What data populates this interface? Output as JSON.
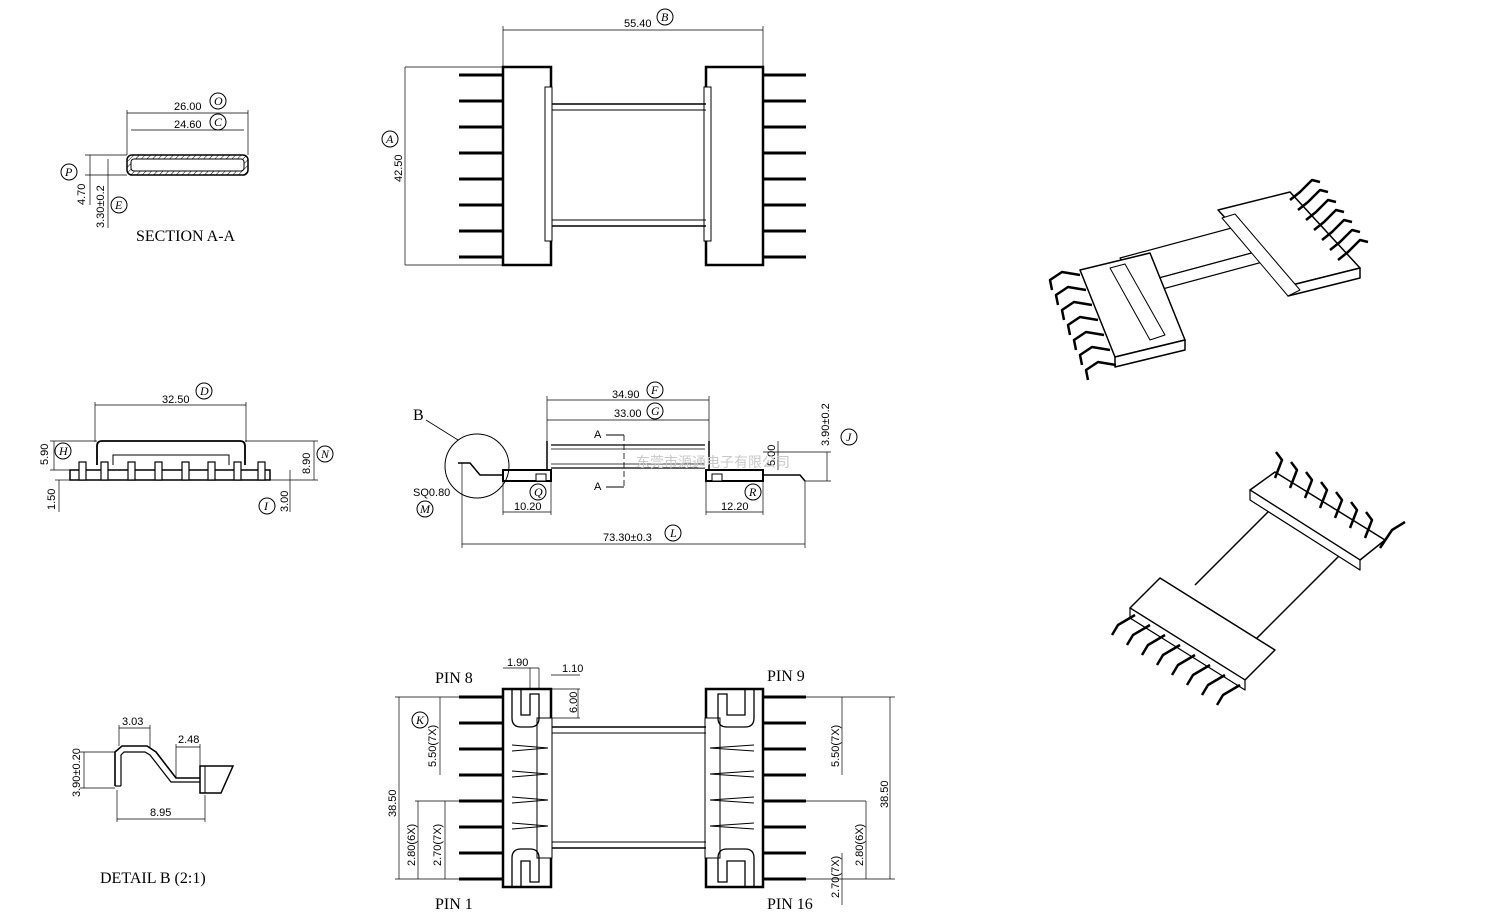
{
  "labels": {
    "section_aa": "SECTION A-A",
    "detail_b": "DETAIL B (2:1)",
    "pin8": "PIN 8",
    "pin9": "PIN 9",
    "pin1": "PIN 1",
    "pin16": "PIN 16",
    "detail_ref": "B",
    "cut_a_top": "A",
    "cut_a_bot": "A",
    "watermark": "东莞市源通电子有限公司"
  },
  "dims": {
    "b": "55.40",
    "a": "42.50",
    "o": "26.00",
    "c": "24.60",
    "p": "4.70",
    "e": "3.30±0.2",
    "d": "32.50",
    "h": "5.90",
    "n": "8.90",
    "i": "3.00",
    "t150": "1.50",
    "f": "34.90",
    "g": "33.00",
    "j": "3.90±0.2",
    "s500": "5.00",
    "m": "SQ0.80",
    "q": "10.20",
    "r": "12.20",
    "l": "73.30±0.3",
    "d303": "3.03",
    "d248": "2.48",
    "d390": "3.90±0.20",
    "d895": "8.95",
    "d190": "1.90",
    "d110": "1.10",
    "d600": "6.00",
    "k": "5.50(7X)",
    "k_r": "5.50(7X)",
    "d3850_l": "38.50",
    "d3850_r": "38.50",
    "d280_l": "2.80(6X)",
    "d270_l": "2.70(7X)",
    "d280_r": "2.80(6X)",
    "d270_r": "2.70(7X)"
  },
  "balloons": {
    "a": "A",
    "b": "B",
    "c": "C",
    "d": "D",
    "e": "E",
    "f": "F",
    "g": "G",
    "h": "H",
    "i": "I",
    "j": "J",
    "k": "K",
    "l": "L",
    "m": "M",
    "n": "N",
    "o": "O",
    "p": "P",
    "q": "Q",
    "r": "R"
  }
}
